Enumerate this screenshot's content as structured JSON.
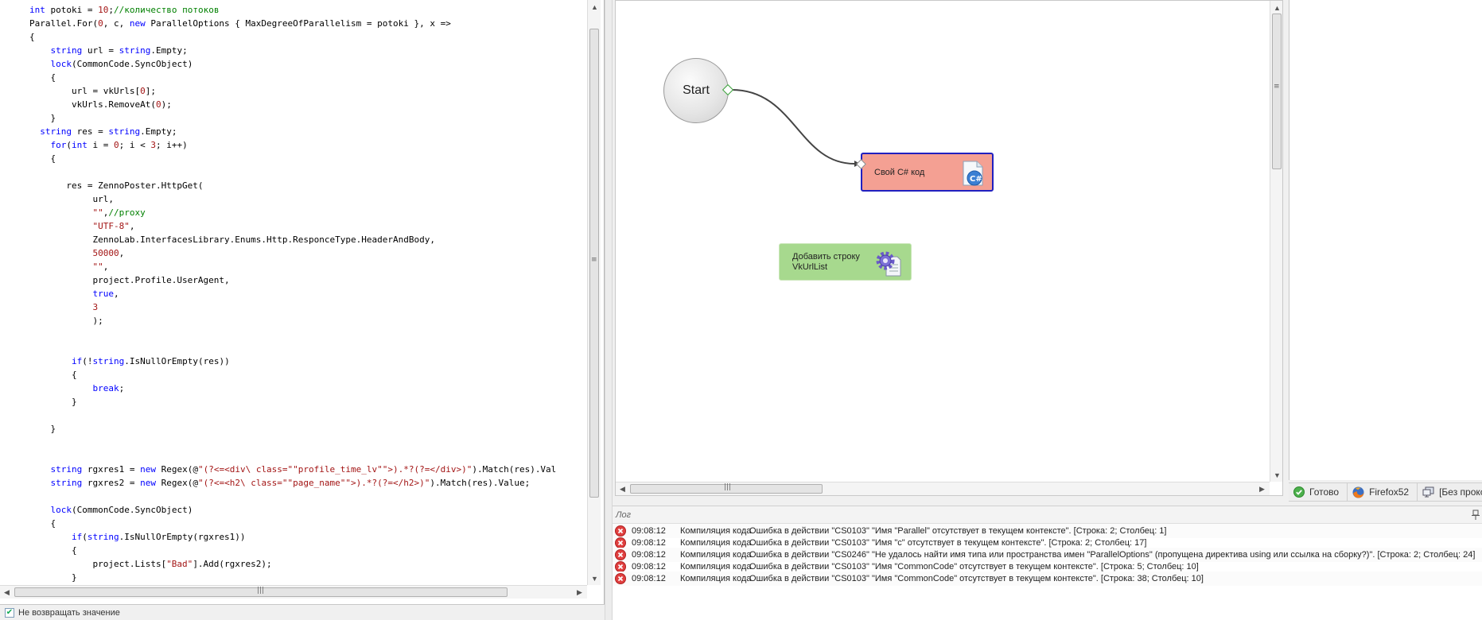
{
  "editor": {
    "code_lines": [
      [
        [
          "kw",
          "int"
        ],
        [
          "t",
          " potoki = "
        ],
        [
          "nm",
          "10"
        ],
        [
          "t",
          ";"
        ],
        [
          "cm",
          "//количество потоков"
        ]
      ],
      [
        [
          "t",
          "Parallel.For("
        ],
        [
          "nm",
          "0"
        ],
        [
          "t",
          ", c, "
        ],
        [
          "kw",
          "new"
        ],
        [
          "t",
          " ParallelOptions { MaxDegreeOfParallelism = potoki }, x =>"
        ]
      ],
      [
        [
          "t",
          "{"
        ]
      ],
      [
        [
          "t",
          "    "
        ],
        [
          "kw",
          "string"
        ],
        [
          "t",
          " url = "
        ],
        [
          "kw",
          "string"
        ],
        [
          "t",
          ".Empty;"
        ]
      ],
      [
        [
          "t",
          "    "
        ],
        [
          "kw",
          "lock"
        ],
        [
          "t",
          "(CommonCode.SyncObject)"
        ]
      ],
      [
        [
          "t",
          "    {"
        ]
      ],
      [
        [
          "t",
          "        url = vkUrls["
        ],
        [
          "nm",
          "0"
        ],
        [
          "t",
          "];"
        ]
      ],
      [
        [
          "t",
          "        vkUrls.RemoveAt("
        ],
        [
          "nm",
          "0"
        ],
        [
          "t",
          ");"
        ]
      ],
      [
        [
          "t",
          "    }"
        ]
      ],
      [
        [
          "t",
          "  "
        ],
        [
          "kw",
          "string"
        ],
        [
          "t",
          " res = "
        ],
        [
          "kw",
          "string"
        ],
        [
          "t",
          ".Empty;"
        ]
      ],
      [
        [
          "t",
          "    "
        ],
        [
          "kw",
          "for"
        ],
        [
          "t",
          "("
        ],
        [
          "kw",
          "int"
        ],
        [
          "t",
          " i = "
        ],
        [
          "nm",
          "0"
        ],
        [
          "t",
          "; i < "
        ],
        [
          "nm",
          "3"
        ],
        [
          "t",
          "; i++)"
        ]
      ],
      [
        [
          "t",
          "    {"
        ]
      ],
      [
        [
          "t",
          ""
        ]
      ],
      [
        [
          "t",
          "       res = ZennoPoster.HttpGet("
        ]
      ],
      [
        [
          "t",
          "            url,"
        ]
      ],
      [
        [
          "t",
          "            "
        ],
        [
          "st",
          "\"\""
        ],
        [
          "t",
          ","
        ],
        [
          "cm",
          "//proxy"
        ]
      ],
      [
        [
          "t",
          "            "
        ],
        [
          "st",
          "\"UTF-8\""
        ],
        [
          "t",
          ","
        ]
      ],
      [
        [
          "t",
          "            ZennoLab.InterfacesLibrary.Enums.Http.ResponceType.HeaderAndBody,"
        ]
      ],
      [
        [
          "t",
          "            "
        ],
        [
          "nm",
          "50000"
        ],
        [
          "t",
          ","
        ]
      ],
      [
        [
          "t",
          "            "
        ],
        [
          "st",
          "\"\""
        ],
        [
          "t",
          ","
        ]
      ],
      [
        [
          "t",
          "            project.Profile.UserAgent,"
        ]
      ],
      [
        [
          "t",
          "            "
        ],
        [
          "kw",
          "true"
        ],
        [
          "t",
          ","
        ]
      ],
      [
        [
          "t",
          "            "
        ],
        [
          "nm",
          "3"
        ]
      ],
      [
        [
          "t",
          "            );"
        ]
      ],
      [
        [
          "t",
          ""
        ]
      ],
      [
        [
          "t",
          ""
        ]
      ],
      [
        [
          "t",
          "        "
        ],
        [
          "kw",
          "if"
        ],
        [
          "t",
          "(!"
        ],
        [
          "kw",
          "string"
        ],
        [
          "t",
          ".IsNullOrEmpty(res))"
        ]
      ],
      [
        [
          "t",
          "        {"
        ]
      ],
      [
        [
          "t",
          "            "
        ],
        [
          "kw",
          "break"
        ],
        [
          "t",
          ";"
        ]
      ],
      [
        [
          "t",
          "        }"
        ]
      ],
      [
        [
          "t",
          ""
        ]
      ],
      [
        [
          "t",
          "    }"
        ]
      ],
      [
        [
          "t",
          ""
        ]
      ],
      [
        [
          "t",
          ""
        ]
      ],
      [
        [
          "t",
          "    "
        ],
        [
          "kw",
          "string"
        ],
        [
          "t",
          " rgxres1 = "
        ],
        [
          "kw",
          "new"
        ],
        [
          "t",
          " Regex(@"
        ],
        [
          "st",
          "\"(?<=<div\\ class=\"\"profile_time_lv\"\">).*?(?=</div>)\""
        ],
        [
          "t",
          ").Match(res).Val"
        ]
      ],
      [
        [
          "t",
          "    "
        ],
        [
          "kw",
          "string"
        ],
        [
          "t",
          " rgxres2 = "
        ],
        [
          "kw",
          "new"
        ],
        [
          "t",
          " Regex(@"
        ],
        [
          "st",
          "\"(?<=<h2\\ class=\"\"page_name\"\">).*?(?=</h2>)\""
        ],
        [
          "t",
          ").Match(res).Value;"
        ]
      ],
      [
        [
          "t",
          ""
        ]
      ],
      [
        [
          "t",
          "    "
        ],
        [
          "kw",
          "lock"
        ],
        [
          "t",
          "(CommonCode.SyncObject)"
        ]
      ],
      [
        [
          "t",
          "    {"
        ]
      ],
      [
        [
          "t",
          "        "
        ],
        [
          "kw",
          "if"
        ],
        [
          "t",
          "("
        ],
        [
          "kw",
          "string"
        ],
        [
          "t",
          ".IsNullOrEmpty(rgxres1))"
        ]
      ],
      [
        [
          "t",
          "        {"
        ]
      ],
      [
        [
          "t",
          "            project.Lists["
        ],
        [
          "st",
          "\"Bad\""
        ],
        [
          "t",
          "].Add(rgxres2);"
        ]
      ],
      [
        [
          "t",
          "        }"
        ]
      ]
    ],
    "no_return_checked": true,
    "no_return_label": "Не возвращать значение"
  },
  "canvas": {
    "start_label": "Start",
    "csharp_node_label": "Свой C# код",
    "add_string_node_label": "Добавить строку\nVkUrlList"
  },
  "status_bar": {
    "ready_label": "Готово",
    "browser_label": "Firefox52",
    "proxy_label": "[Без прокси]"
  },
  "log": {
    "title": "Лог",
    "rows": [
      {
        "time": "09:08:12",
        "action": "Компиляция кода",
        "message": "Ошибка в действии \"CS0103\" \"Имя \"Parallel\" отсутствует в текущем контексте\". [Строка: 2; Столбец: 1]"
      },
      {
        "time": "09:08:12",
        "action": "Компиляция кода",
        "message": "Ошибка в действии \"CS0103\" \"Имя \"c\" отсутствует в текущем контексте\". [Строка: 2; Столбец: 17]"
      },
      {
        "time": "09:08:12",
        "action": "Компиляция кода",
        "message": "Ошибка в действии \"CS0246\" \"Не удалось найти имя типа или пространства имен \"ParallelOptions\" (пропущена директива using или ссылка на сборку?)\". [Строка: 2; Столбец: 24]"
      },
      {
        "time": "09:08:12",
        "action": "Компиляция кода",
        "message": "Ошибка в действии \"CS0103\" \"Имя \"CommonCode\" отсутствует в текущем контексте\". [Строка: 5; Столбец: 10]"
      },
      {
        "time": "09:08:12",
        "action": "Компиляция кода",
        "message": "Ошибка в действии \"CS0103\" \"Имя \"CommonCode\" отсутствует в текущем контексте\". [Строка: 38; Столбец: 10]"
      }
    ]
  },
  "colors": {
    "keyword": "#0000ff",
    "comment": "#008000",
    "string": "#a31515",
    "csharp_node_fill": "#f4a093",
    "csharp_node_border": "#2020c0",
    "add_string_node_fill": "#a7d98e",
    "error_icon": "#e04040"
  },
  "icons": {
    "start_port": "diamond-port-icon",
    "csharp": "csharp-file-icon",
    "add_string": "gear-document-icon",
    "ready": "check-circle-icon",
    "browser": "firefox-icon",
    "proxy": "network-icon",
    "log_error": "error-x-icon",
    "log_pin": "pin-icon"
  }
}
